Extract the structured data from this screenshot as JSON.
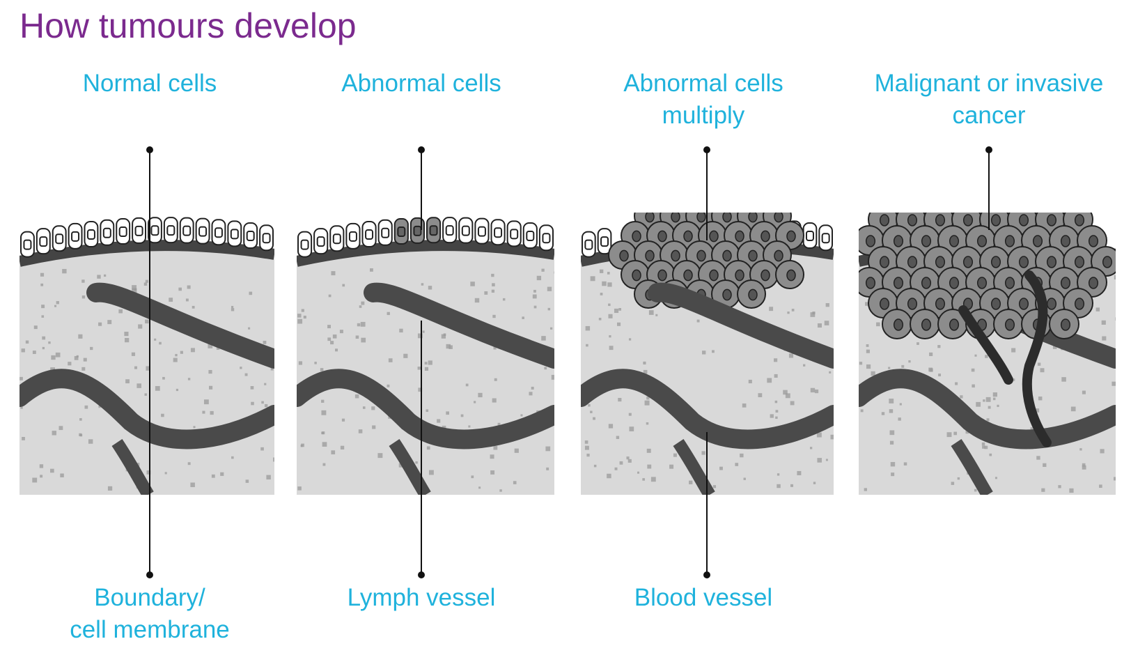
{
  "title": "How tumours develop",
  "stages": [
    {
      "label_lines": [
        "Normal cells"
      ]
    },
    {
      "label_lines": [
        "Abnormal cells"
      ]
    },
    {
      "label_lines": [
        "Abnormal cells",
        "multiply"
      ]
    },
    {
      "label_lines": [
        "Malignant or invasive",
        "cancer"
      ]
    }
  ],
  "bottom_labels": [
    {
      "label_lines": [
        "Boundary/",
        "cell membrane"
      ]
    },
    {
      "label_lines": [
        "Lymph vessel"
      ]
    },
    {
      "label_lines": [
        "Blood vessel"
      ]
    }
  ],
  "colors": {
    "title": "#7b2a8e",
    "label": "#1fb2dc",
    "tissue": "#d9d9d9",
    "vessel": "#4a4a4a",
    "membrane": "#444444",
    "abnormal_cell": "#8c8c8c"
  }
}
